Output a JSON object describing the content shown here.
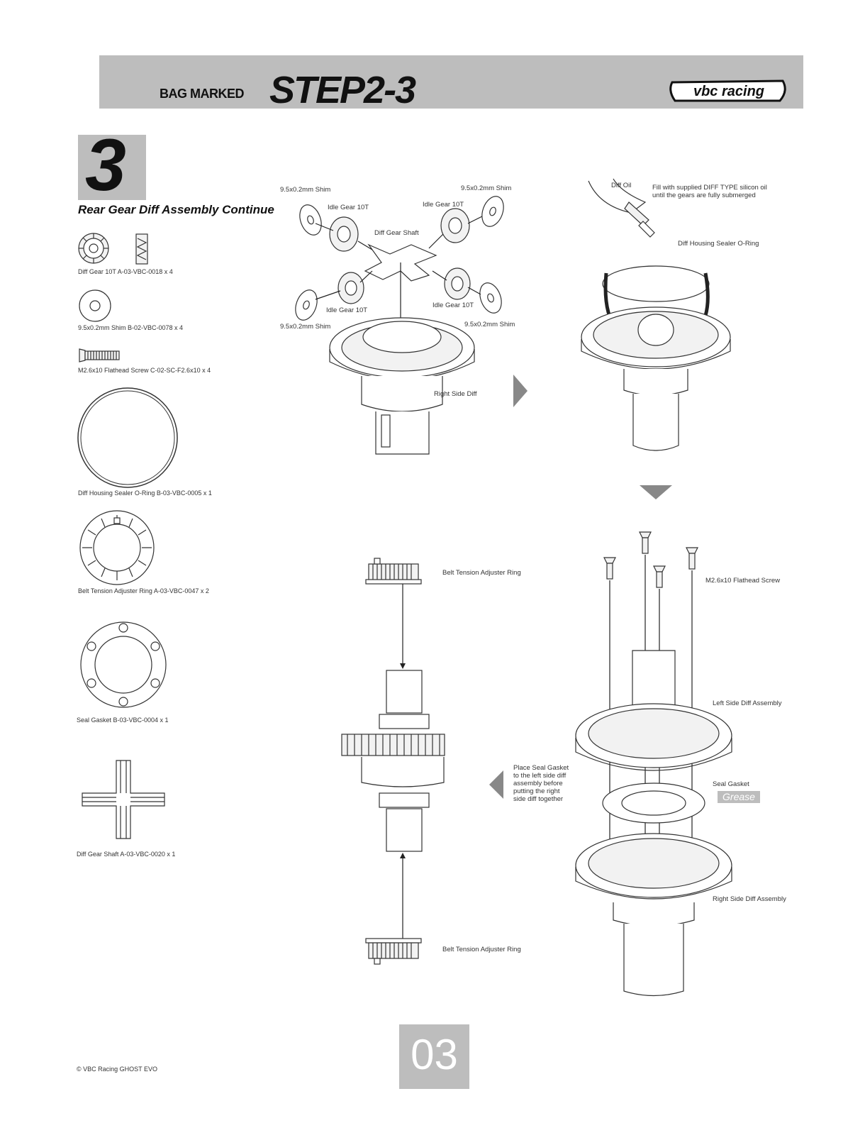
{
  "header": {
    "bag_marked": "BAG MARKED",
    "step_title": "STEP2-3",
    "logo_text": "vbc racing"
  },
  "step": {
    "number": "3",
    "title": "Rear Gear Diff Assembly Continue"
  },
  "parts": [
    {
      "caption": "Diff Gear 10T A-03-VBC-0018 x 4",
      "icon": "diff-gear-icon"
    },
    {
      "caption": "9.5x0.2mm Shim B-02-VBC-0078 x 4",
      "icon": "shim-icon"
    },
    {
      "caption": "M2.6x10 Flathead Screw C-02-SC-F2.6x10 x 4",
      "icon": "screw-icon"
    },
    {
      "caption": "Diff Housing Sealer O-Ring B-03-VBC-0005 x 1",
      "icon": "o-ring-icon"
    },
    {
      "caption": "Belt Tension Adjuster Ring A-03-VBC-0047 x 2",
      "icon": "adjuster-ring-icon"
    },
    {
      "caption": "Seal Gasket B-03-VBC-0004 x 1",
      "icon": "seal-gasket-icon"
    },
    {
      "caption": "Diff Gear Shaft A-03-VBC-0020 x 1",
      "icon": "gear-shaft-icon"
    }
  ],
  "diagram1": {
    "shim_tl": "9.5x0.2mm Shim",
    "shim_tr": "9.5x0.2mm Shim",
    "shim_bl": "9.5x0.2mm Shim",
    "shim_br": "9.5x0.2mm Shim",
    "idle_tl": "Idle Gear 10T",
    "idle_tr": "Idle Gear 10T",
    "idle_bl": "Idle Gear 10T",
    "idle_br": "Idle Gear 10T",
    "shaft": "Diff Gear Shaft",
    "right_side": "Right Side Diff"
  },
  "diagram2": {
    "diff_oil": "Diff Oil",
    "fill_note_1": "Fill with supplied DIFF TYPE silicon oil",
    "fill_note_2": "until the gears are fully submerged",
    "o_ring": "Diff Housing Sealer O-Ring"
  },
  "diagram3": {
    "screw": "M2.6x10 Flathead Screw",
    "left_side": "Left Side Diff Assembly",
    "seal_gasket": "Seal Gasket",
    "grease": "Grease",
    "right_side": "Right Side Diff Assembly"
  },
  "diagram4": {
    "ring_top": "Belt Tension Adjuster Ring",
    "ring_bottom": "Belt Tension Adjuster Ring",
    "note_1": "Place Seal Gasket",
    "note_2": "to the left side diff",
    "note_3": "assembly before",
    "note_4": "putting the right",
    "note_5": "side diff together"
  },
  "footer": {
    "copyright": "© VBC Racing GHOST EVO",
    "page_number": "03"
  }
}
